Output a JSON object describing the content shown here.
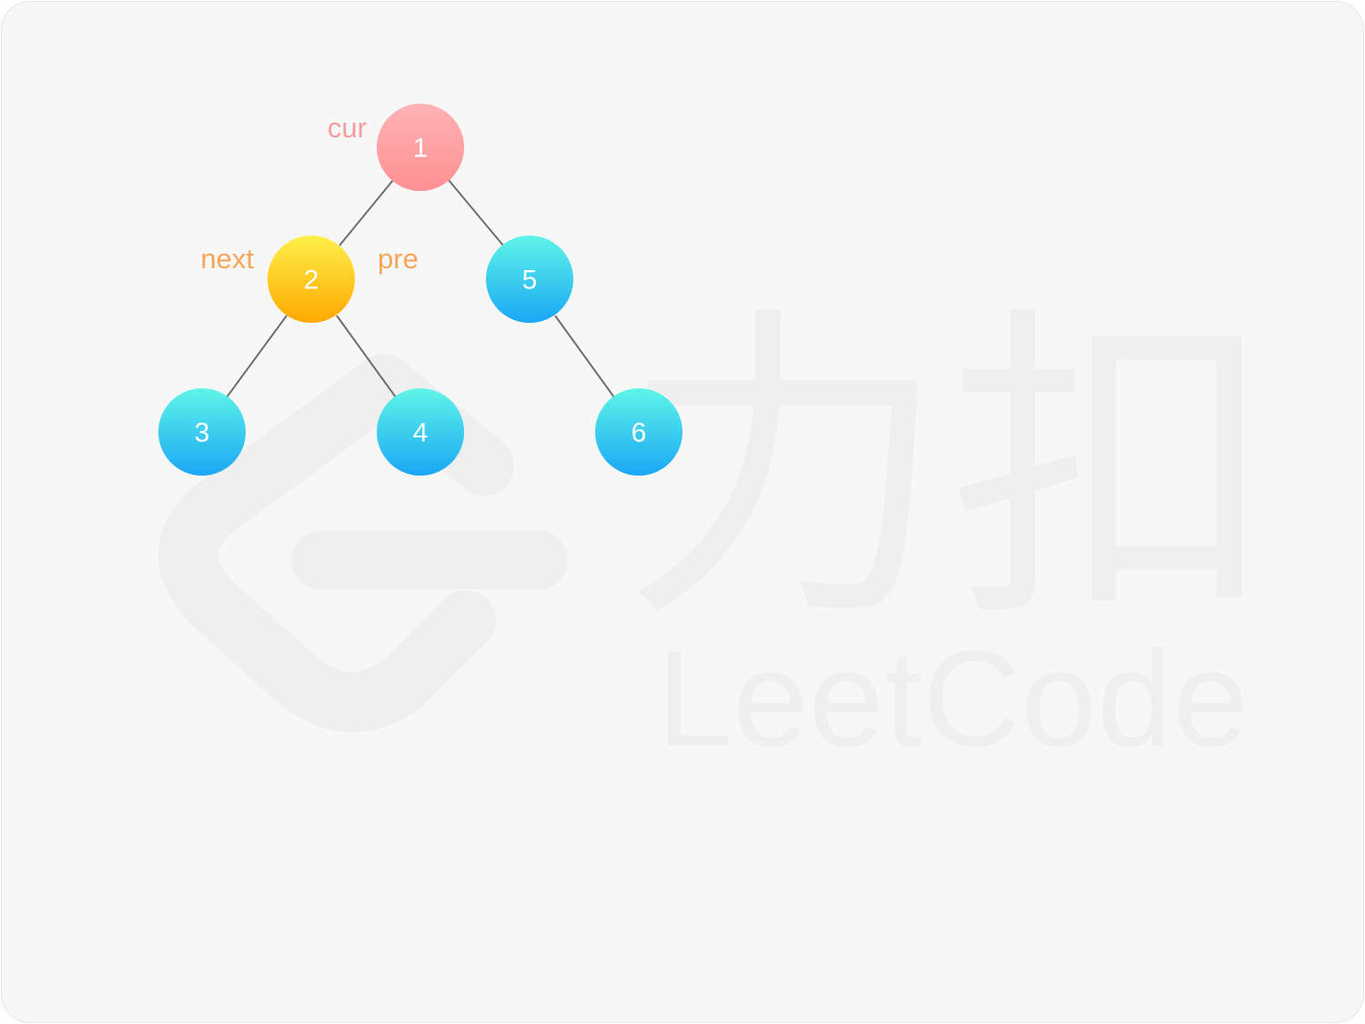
{
  "watermark": {
    "brand_cn": "力扣",
    "brand_en": "LeetCode",
    "logo_icon": "leetcode-logo-icon"
  },
  "tree": {
    "nodes": [
      {
        "id": "n1",
        "label": "1",
        "color": "red"
      },
      {
        "id": "n2",
        "label": "2",
        "color": "yellow"
      },
      {
        "id": "n3",
        "label": "3",
        "color": "blue"
      },
      {
        "id": "n4",
        "label": "4",
        "color": "blue"
      },
      {
        "id": "n5",
        "label": "5",
        "color": "blue"
      },
      {
        "id": "n6",
        "label": "6",
        "color": "blue"
      }
    ],
    "edges": [
      [
        "1",
        "2"
      ],
      [
        "1",
        "5"
      ],
      [
        "2",
        "3"
      ],
      [
        "2",
        "4"
      ],
      [
        "5",
        "6"
      ]
    ]
  },
  "pointers": {
    "cur": "cur",
    "next": "next",
    "pre": "pre"
  },
  "colors": {
    "red_top": "#ffb3b5",
    "red_bottom": "#ff8f92",
    "yellow_top": "#fff04a",
    "yellow_bottom": "#ffa800",
    "blue_top": "#5ff5e8",
    "blue_bottom": "#1aa7f5",
    "cur_label": "#f79b9d",
    "orange_label": "#f7a65a"
  }
}
